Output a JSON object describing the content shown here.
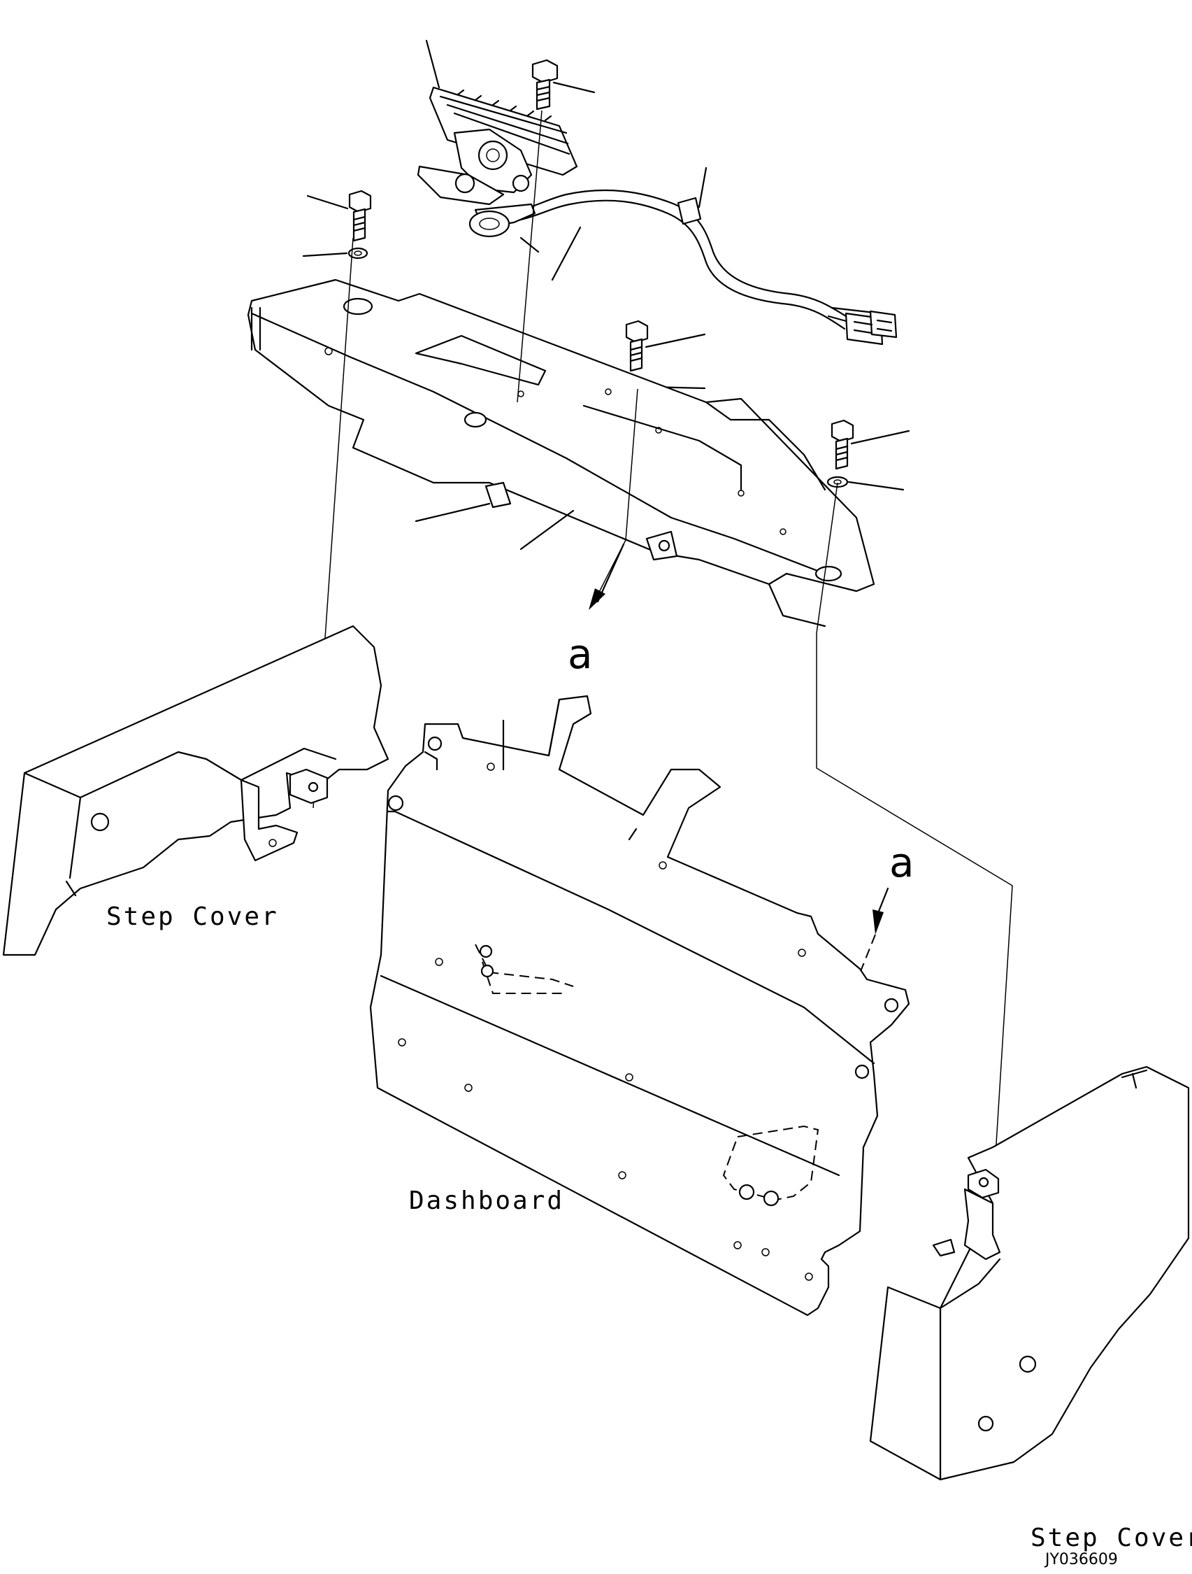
{
  "labels": {
    "step_cover_left": "Step Cover",
    "step_cover_right": "Step Cover",
    "dashboard": "Dashboard",
    "ref_a_upper": "a",
    "ref_a_lower": "a",
    "drawing_code": "JY036609"
  }
}
